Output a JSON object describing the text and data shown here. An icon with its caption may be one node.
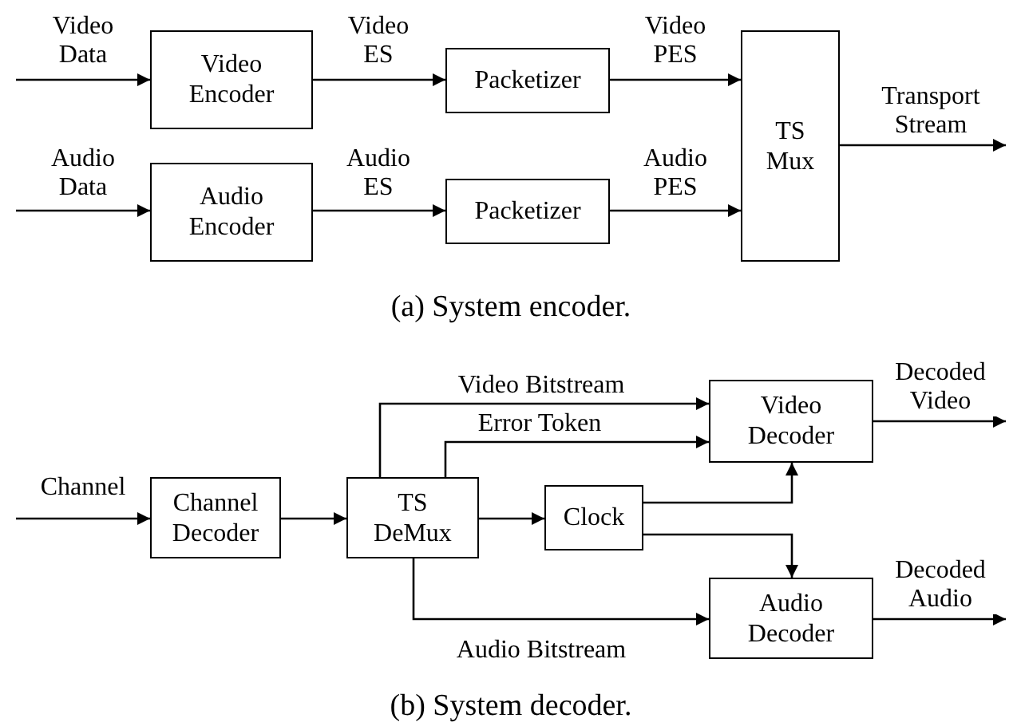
{
  "diagram": {
    "nodes": [
      {
        "text": [
          "Video Encoder"
        ]
      },
      {
        "text": [
          "Packetizer"
        ]
      },
      {
        "text": [
          "TS Mux"
        ]
      },
      {
        "text": [
          "Audio Encoder"
        ]
      },
      {
        "text": [
          "Packetizer"
        ]
      },
      {
        "text": [
          "Channel Decoder"
        ]
      },
      {
        "text": [
          "TS DeMux"
        ]
      },
      {
        "text": [
          "Clock"
        ]
      },
      {
        "text": [
          "Video Decoder"
        ]
      },
      {
        "text": [
          "Audio Decoder"
        ]
      }
    ],
    "edges": [
      {
        "from": null,
        "to": 0,
        "arrow": "to",
        "label": "Video Data"
      },
      {
        "from": 0,
        "to": 1,
        "arrow": "to",
        "label": "Video ES"
      },
      {
        "from": 1,
        "to": 2,
        "arrow": "to",
        "label": "Video PES"
      },
      {
        "from": null,
        "to": 3,
        "arrow": "to",
        "label": "Audio Data"
      },
      {
        "from": 3,
        "to": 4,
        "arrow": "to",
        "label": "Audio ES"
      },
      {
        "from": 4,
        "to": 2,
        "arrow": "to",
        "label": "Audio PES"
      },
      {
        "from": 2,
        "to": null,
        "arrow": "to",
        "label": "Transport Stream"
      },
      {
        "from": null,
        "to": 5,
        "arrow": "to",
        "label": "Channel"
      },
      {
        "from": 5,
        "to": 6,
        "arrow": "to"
      },
      {
        "from": 6,
        "to": 7,
        "arrow": "to"
      },
      {
        "from": 6,
        "to": 8,
        "arrow": "to",
        "label": "Video Bitstream"
      },
      {
        "from": 6,
        "to": 8,
        "arrow": "to",
        "label": "Error Token"
      },
      {
        "from": 7,
        "to": 8,
        "arrow": "to"
      },
      {
        "from": 7,
        "to": 9,
        "arrow": "to"
      },
      {
        "from": 6,
        "to": 9,
        "arrow": "to",
        "label": "Audio Bitstream"
      },
      {
        "from": 8,
        "to": null,
        "arrow": "to",
        "label": "Decoded Video"
      },
      {
        "from": 9,
        "to": null,
        "arrow": "to",
        "label": "Decoded Audio"
      }
    ],
    "labels": [
      "(a) System encoder.",
      "(b) System decoder."
    ]
  }
}
